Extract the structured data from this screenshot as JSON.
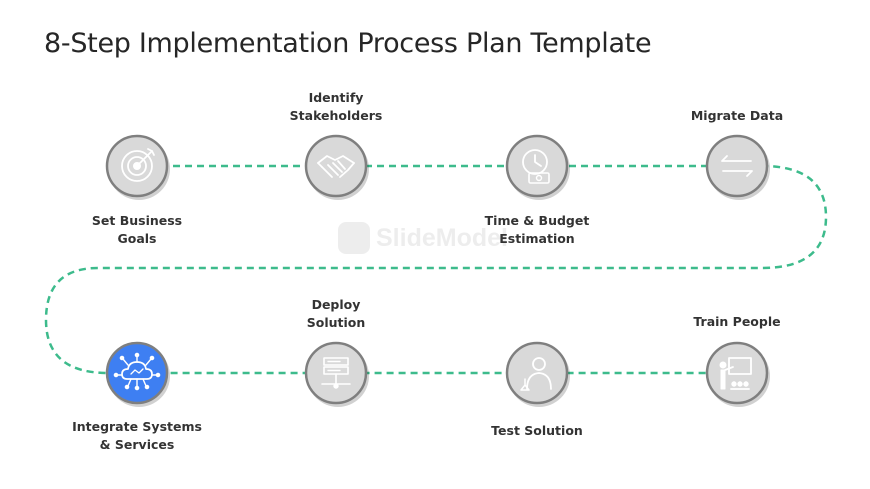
{
  "title": "8-Step Implementation Process Plan Template",
  "watermark": "SlideModel",
  "colors": {
    "path": "#3dbb8c",
    "node_fill": "#d9d9d9",
    "node_border": "#7f7f7f",
    "active_fill": "#3e7ff2",
    "icon": "#ffffff"
  },
  "steps": [
    {
      "label": "Set Business\nGoals",
      "icon": "target-icon"
    },
    {
      "label": "Identify\nStakeholders",
      "icon": "handshake-icon"
    },
    {
      "label": "Time & Budget\nEstimation",
      "icon": "clock-money-icon"
    },
    {
      "label": "Migrate Data",
      "icon": "exchange-arrows-icon"
    },
    {
      "label": "Train People",
      "icon": "presentation-board-icon"
    },
    {
      "label": "Test Solution",
      "icon": "scientist-icon"
    },
    {
      "label": "Deploy\nSolution",
      "icon": "server-network-icon"
    },
    {
      "label": "Integrate Systems\n& Services",
      "icon": "cloud-network-icon",
      "active": true
    }
  ]
}
